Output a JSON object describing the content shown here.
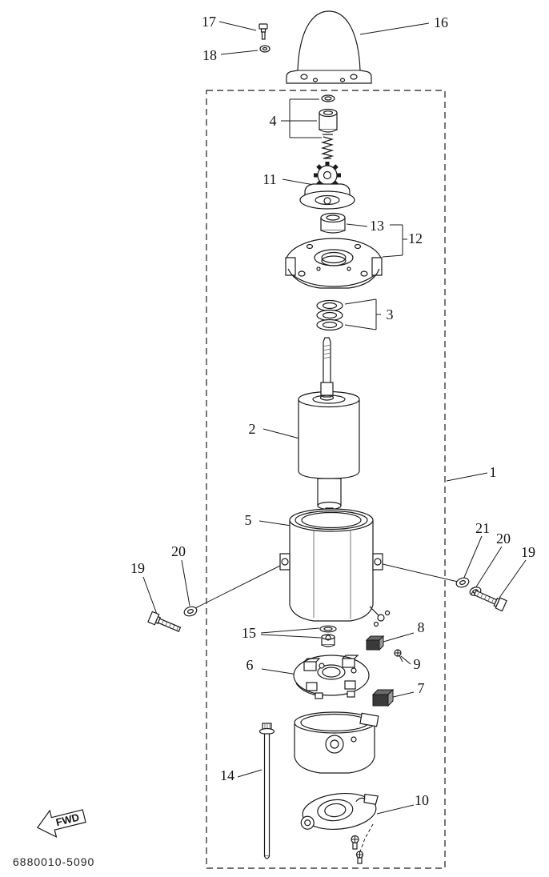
{
  "colors": {
    "ink": "#1a1a1a",
    "background": "#ffffff"
  },
  "footer": {
    "part_code": "6880010-5090"
  },
  "fwd": {
    "label": "FWD"
  },
  "callouts": {
    "n1": "1",
    "n2": "2",
    "n3": "3",
    "n4": "4",
    "n5": "5",
    "n6": "6",
    "n7": "7",
    "n8": "8",
    "n9": "9",
    "n10": "10",
    "n11": "11",
    "n12": "12",
    "n13": "13",
    "n14": "14",
    "n15": "15",
    "n16": "16",
    "n17": "17",
    "n18": "18",
    "n19_left": "19",
    "n19_right": "19",
    "n20_left": "20",
    "n20_right": "20",
    "n21": "21"
  }
}
